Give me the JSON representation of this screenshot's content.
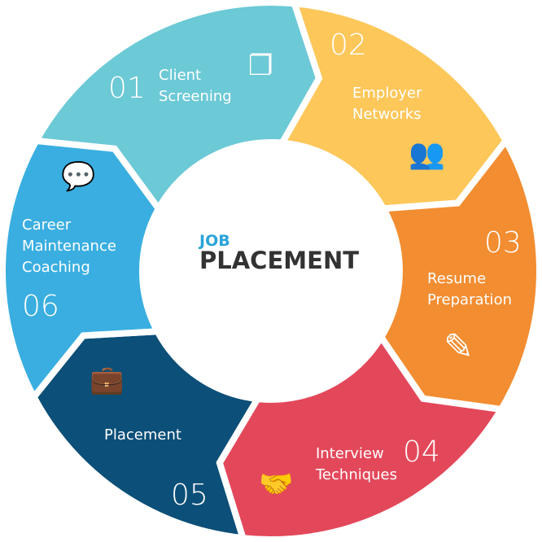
{
  "center": {
    "line1": "JOB",
    "line2": "PLACEMENT"
  },
  "steps": [
    {
      "num": "01",
      "label1": "Client",
      "label2": "Screening",
      "color": "#6cc9d6",
      "icon": "documents-icon"
    },
    {
      "num": "02",
      "label1": "Employer",
      "label2": "Networks",
      "color": "#fdc75a",
      "icon": "people-icon"
    },
    {
      "num": "03",
      "label1": "Resume",
      "label2": "Preparation",
      "color": "#f28d31",
      "icon": "document-edit-icon"
    },
    {
      "num": "04",
      "label1": "Interview",
      "label2": "Techniques",
      "color": "#e3485a",
      "icon": "handshake-icon"
    },
    {
      "num": "05",
      "label1": "Placement",
      "color": "#0c4f78",
      "icon": "briefcase-icon"
    },
    {
      "num": "06",
      "label1": "Career",
      "label2": "Maintenance",
      "label3": "Coaching",
      "color": "#3aaee0",
      "icon": "chat-bubbles-icon"
    }
  ]
}
